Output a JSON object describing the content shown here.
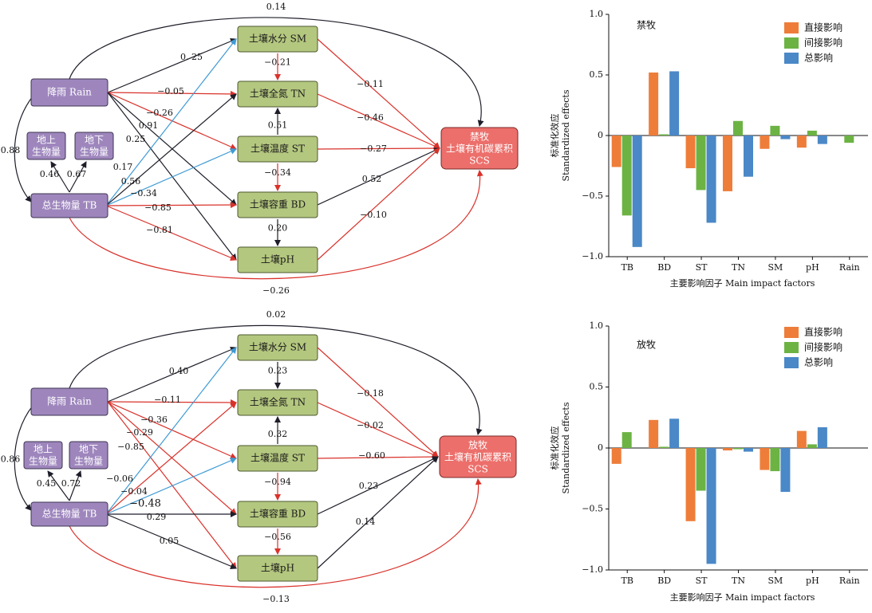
{
  "diagrams": [
    {
      "nodes": {
        "rain": "降雨 Rain",
        "tb": "总生物量 TB",
        "above": [
          "地上",
          "生物量"
        ],
        "below": [
          "地下",
          "生物量"
        ],
        "sm": "土壤水分 SM",
        "tn": "土壤全氮 TN",
        "st": "土壤温度 ST",
        "bd": "土壤容重 BD",
        "ph": "土壤pH",
        "scs": [
          "禁牧",
          "土壤有机碳累积",
          "SCS"
        ]
      },
      "coefs": {
        "rain_scs": "0.14",
        "rain_sm": "0. 25",
        "rain_tn": "−0.05",
        "rain_st": "−0.26",
        "rain_bd": "0.91",
        "rain_ph": "0.25",
        "rain_tb": "0.88",
        "tb_above": "0.46",
        "tb_below": "0.67",
        "tb_sm": "0.17",
        "tb_tn": "0.56",
        "tb_st": "−0.34",
        "tb_bd": "−0.85",
        "tb_ph": "−0.81",
        "tb_scs": "−0.26",
        "sm_tn": "−0.21",
        "st_tn": "0.51",
        "st_bd": "−0.34",
        "bd_ph": "0.20",
        "sm_scs": "−0.11",
        "tn_scs": "−0.46",
        "st_scs": "−0.27",
        "bd_scs": "0.52",
        "ph_scs": "−0.10"
      }
    },
    {
      "nodes": {
        "rain": "降雨 Rain",
        "tb": "总生物量 TB",
        "above": [
          "地上",
          "生物量"
        ],
        "below": [
          "地下",
          "生物量"
        ],
        "sm": "土壤水分 SM",
        "tn": "土壤全氮 TN",
        "st": "土壤温度 ST",
        "bd": "土壤容重 BD",
        "ph": "土壤pH",
        "scs": [
          "放牧",
          "土壤有机碳累积",
          "SCS"
        ]
      },
      "coefs": {
        "rain_scs": "0.02",
        "rain_sm": "0.40",
        "rain_tn": "−0.11",
        "rain_st": "−0.36",
        "rain_bd": "−0.29",
        "rain_ph": "−0.85",
        "rain_tb": "0.86",
        "tb_above": "0.45",
        "tb_below": "0.72",
        "tb_sm": "−0.06",
        "tb_tn": "−0.04",
        "tb_st": "−0.48",
        "tb_bd": "0.29",
        "tb_ph": "0.05",
        "tb_scs": "−0.13",
        "sm_tn": "0.23",
        "st_tn": "0.32",
        "st_bd": "−0.94",
        "bd_ph": "−0.56",
        "sm_scs": "−0.18",
        "tn_scs": "−0.02",
        "st_scs": "−0.60",
        "bd_scs": "0.23",
        "ph_scs": "0.14"
      }
    }
  ],
  "legend": {
    "direct": "直接影响",
    "indirect": "间接影响",
    "total": "总影响"
  },
  "colors": {
    "direct": "#ee7d3a",
    "indirect": "#6cb344",
    "total": "#4a88c7",
    "arrow_red": "#d9322b",
    "arrow_black": "#1e1e2a",
    "arrow_blue": "#3f9bd5"
  },
  "chart_data": [
    {
      "type": "bar",
      "title": "禁牧",
      "categories": [
        "TB",
        "BD",
        "ST",
        "TN",
        "SM",
        "pH",
        "Rain"
      ],
      "series": [
        {
          "name": "直接影响",
          "values": [
            -0.26,
            0.52,
            -0.27,
            -0.46,
            -0.11,
            -0.1,
            0.0
          ]
        },
        {
          "name": "间接影响",
          "values": [
            -0.66,
            0.01,
            -0.45,
            0.12,
            0.08,
            0.04,
            -0.06
          ]
        },
        {
          "name": "总影响",
          "values": [
            -0.92,
            0.53,
            -0.72,
            -0.34,
            -0.03,
            -0.07,
            0.0
          ]
        }
      ],
      "ylim": [
        -1.0,
        1.0
      ],
      "yticks": [
        "1.0",
        "0.5",
        "0",
        "−0.5",
        "−1.0"
      ],
      "ylabel": [
        "标准化效应",
        "Standardized effects"
      ],
      "xlabel": "主要影响因子 Main impact factors",
      "legend_position": "top-right",
      "grid": false
    },
    {
      "type": "bar",
      "title": "放牧",
      "categories": [
        "TB",
        "BD",
        "ST",
        "TN",
        "SM",
        "pH",
        "Rain"
      ],
      "series": [
        {
          "name": "直接影响",
          "values": [
            -0.13,
            0.23,
            -0.6,
            -0.02,
            -0.18,
            0.14,
            0.0
          ]
        },
        {
          "name": "间接影响",
          "values": [
            0.13,
            0.01,
            -0.35,
            -0.01,
            -0.19,
            0.03,
            0.0
          ]
        },
        {
          "name": "总影响",
          "values": [
            0.0,
            0.24,
            -0.95,
            -0.03,
            -0.36,
            0.17,
            0.0
          ]
        }
      ],
      "ylim": [
        -1.0,
        1.0
      ],
      "yticks": [
        "1.0",
        "0.5",
        "0",
        "−0.5",
        "−1.0"
      ],
      "ylabel": [
        "标准化效应",
        "Standardized effects"
      ],
      "xlabel": "主要影响因子 Main impact factors",
      "legend_position": "top-right",
      "grid": false
    }
  ]
}
